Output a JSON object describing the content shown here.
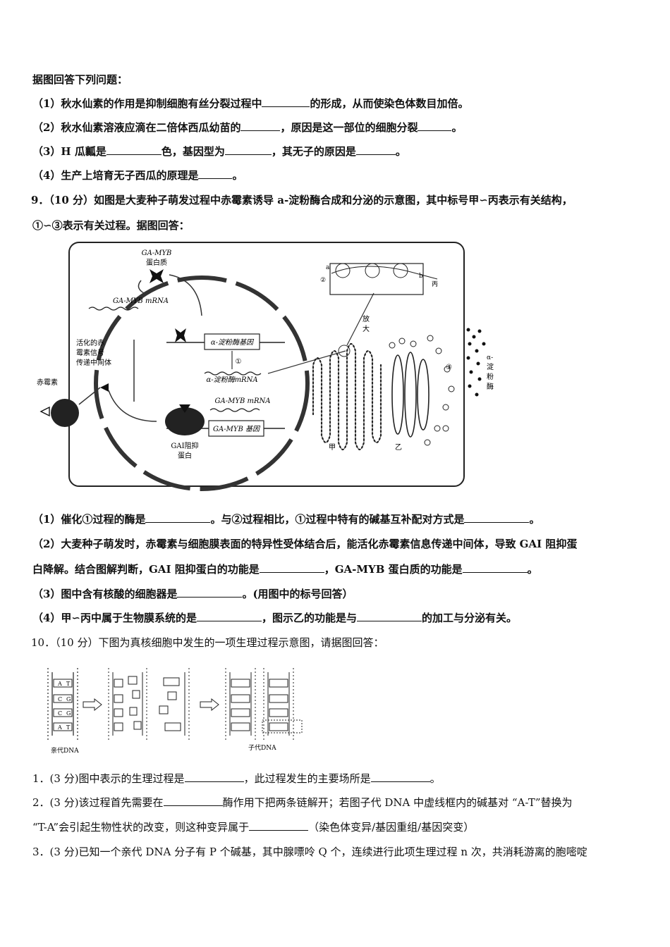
{
  "intro": "据图回答下列问题：",
  "q8": [
    {
      "pre": "（1）秋水仙素的作用是抑制细胞有丝分裂过程中",
      "post": "的形成，从而使染色体数目加倍。"
    },
    {
      "pre": "（2）秋水仙素溶液应滴在二倍体西瓜幼苗的",
      "mid": "，原因是这一部位的细胞分裂",
      "post": "。"
    },
    {
      "pre": "（3）H 瓜瓤是",
      "mid": "色，基因型为",
      "mid2": "，其无子的原因是",
      "post": "。"
    },
    {
      "pre": "（4）生产上培育无子西瓜的原理是",
      "post": "。"
    }
  ],
  "q9": {
    "stem_line1": "9．（10 分）如图是大麦种子萌发过程中赤霉素诱导 a-淀粉酶合成和分泌的示意图，其中标号甲∽丙表示有关结构，",
    "stem_line2": "①∽③表示有关过程。据图回答：",
    "figure_labels": {
      "gamyb_protein": "GA-MYB",
      "protein": "蛋白质",
      "gamyb_mrna": "GA-MYB mRNA",
      "activated1": "活化的赤",
      "activated2": "霉素信号",
      "activated3": "传递中间体",
      "gibberellin": "赤霉素",
      "alpha_gene": "α-淀粉酶基因",
      "alpha_mrna": "α-淀粉酶mRNA",
      "gamyb_mrna2": "GA-MYB mRNA",
      "gamyb_gene": "GA-MYB 基因",
      "gai1": "GAI阻抑",
      "gai2": "蛋白",
      "enlarge1": "放",
      "enlarge2": "大",
      "a": "a",
      "b": "b",
      "bing": "丙",
      "jia": "甲",
      "yi": "乙",
      "circ1": "①",
      "circ2": "②",
      "circ3": "③",
      "enzyme1": "α-",
      "enzyme2": "淀",
      "enzyme3": "粉",
      "enzyme4": "酶"
    },
    "sub1_pre": "（1）催化①过程的酶是",
    "sub1_mid": "。与②过程相比，①过程中特有的碱基互补配对方式是",
    "sub1_post": "。",
    "sub2_line1": "（2）大麦种子萌发时，赤霉素与细胞膜表面的特异性受体结合后，能活化赤霉素信息传递中间体，导致 GAI 阻抑蛋",
    "sub2_pre": "白降解。结合图解判断，GAI 阻抑蛋白的功能是",
    "sub2_mid": "，GA-MYB 蛋白质的功能是",
    "sub2_post": "。",
    "sub3_pre": "（3）图中含有核酸的细胞器是",
    "sub3_post": "。(用图中的标号回答）",
    "sub4_pre": "（4）甲∽丙中属于生物膜系统的是",
    "sub4_mid": "，图示乙的功能是与",
    "sub4_post": "的加工与分泌有关。"
  },
  "q10": {
    "stem": "10．（10 分）下图为真核细胞中发生的一项生理过程示意图，请据图回答：",
    "parent_label": "亲代DNA",
    "child_label": "子代DNA",
    "bases_left": [
      "A",
      "C",
      "C",
      "A"
    ],
    "bases_right": [
      "T",
      "G",
      "G",
      "T"
    ],
    "sub1_pre": "1．(3 分)图中表示的生理过程是",
    "sub1_mid": "，此过程发生的主要场所是",
    "sub1_post": "。",
    "sub2_pre": "2．(3 分)该过程首先需要在",
    "sub2_post": "酶作用下把两条链解开；若图子代 DNA 中虚线框内的碱基对 “A-T”替换为",
    "sub2b_pre": "“T-A”会引起生物性状的改变，则这种变异属于",
    "sub2b_post": "（染色体变异/基因重组/基因突变）",
    "sub3": "3．(3 分)已知一个亲代 DNA 分子有 P 个碱基，其中腺嘌呤 Q 个，连续进行此项生理过程 n 次，共消耗游离的胞嘧啶"
  }
}
